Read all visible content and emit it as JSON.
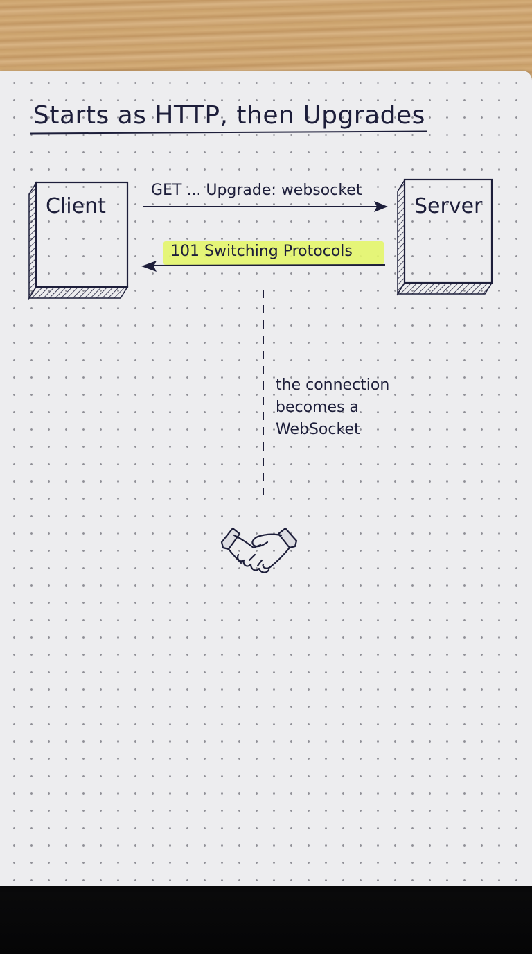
{
  "diagram": {
    "title": "Starts as HTTP, then Upgrades",
    "nodes": {
      "client": "Client",
      "server": "Server"
    },
    "request_label": "GET ... Upgrade: websocket",
    "response_label": "101 Switching Protocols",
    "note_lines": [
      "the connection",
      "becomes a",
      "WebSocket"
    ],
    "icon": "handshake-icon",
    "colors": {
      "ink": "#1d1e3a",
      "highlight": "#e3f56a",
      "paper": "#ededef"
    }
  }
}
